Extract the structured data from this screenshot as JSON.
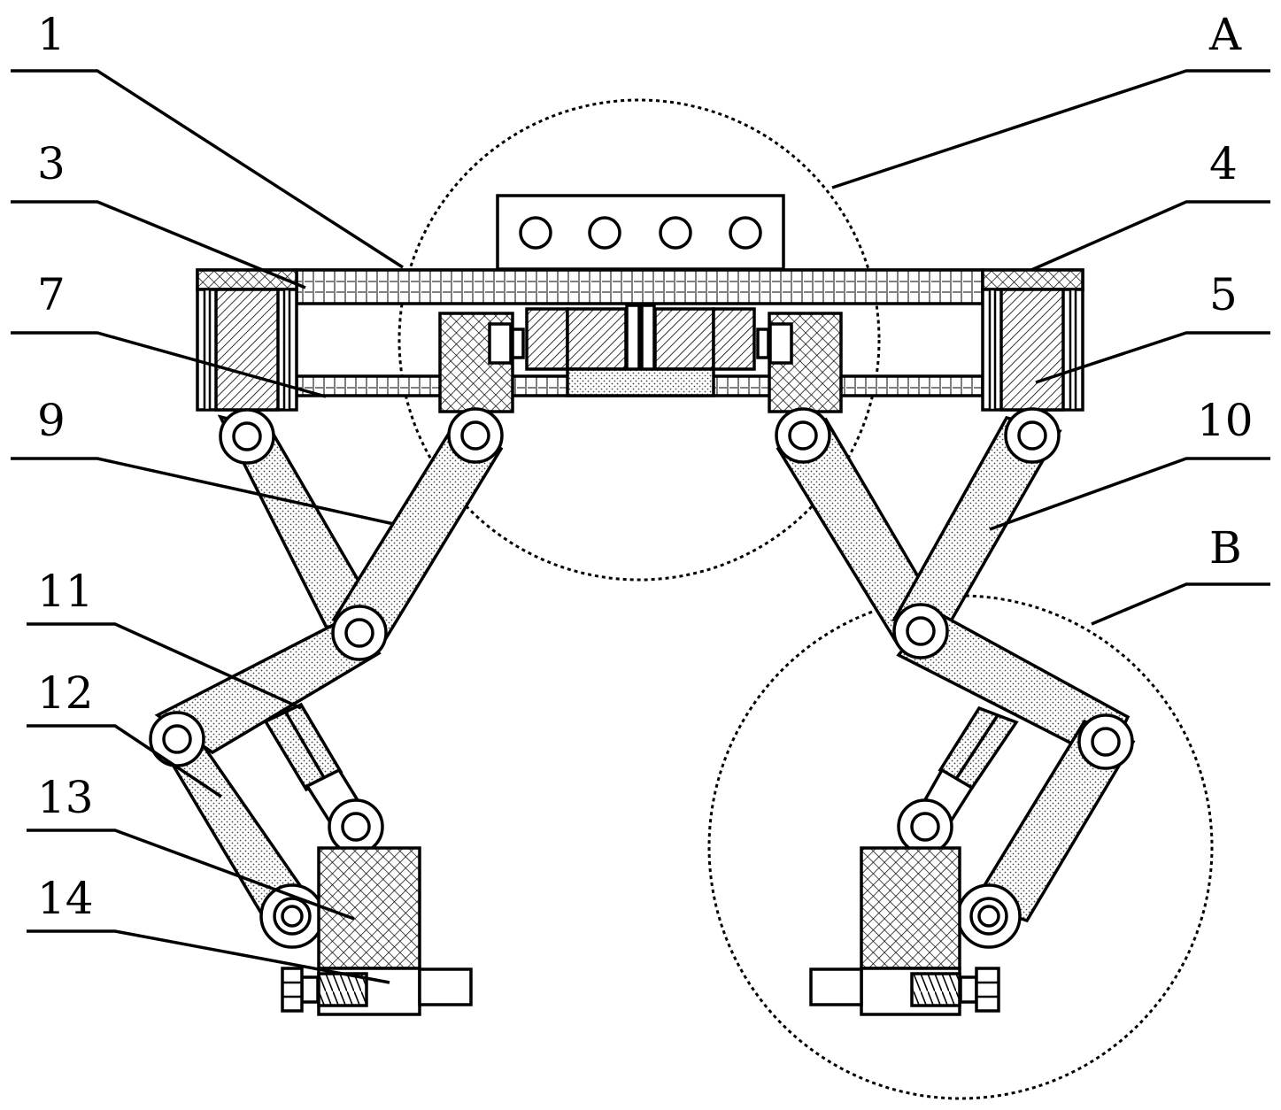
{
  "figure": {
    "reference_labels": {
      "r1": "1",
      "r3": "3",
      "r7": "7",
      "r9": "9",
      "r11": "11",
      "r12": "12",
      "r13": "13",
      "r14": "14",
      "rA": "A",
      "r4": "4",
      "r5": "5",
      "r10": "10",
      "rB": "B"
    },
    "mounting_holes": 4,
    "colors": {
      "line": "#000000",
      "background": "#ffffff"
    }
  }
}
